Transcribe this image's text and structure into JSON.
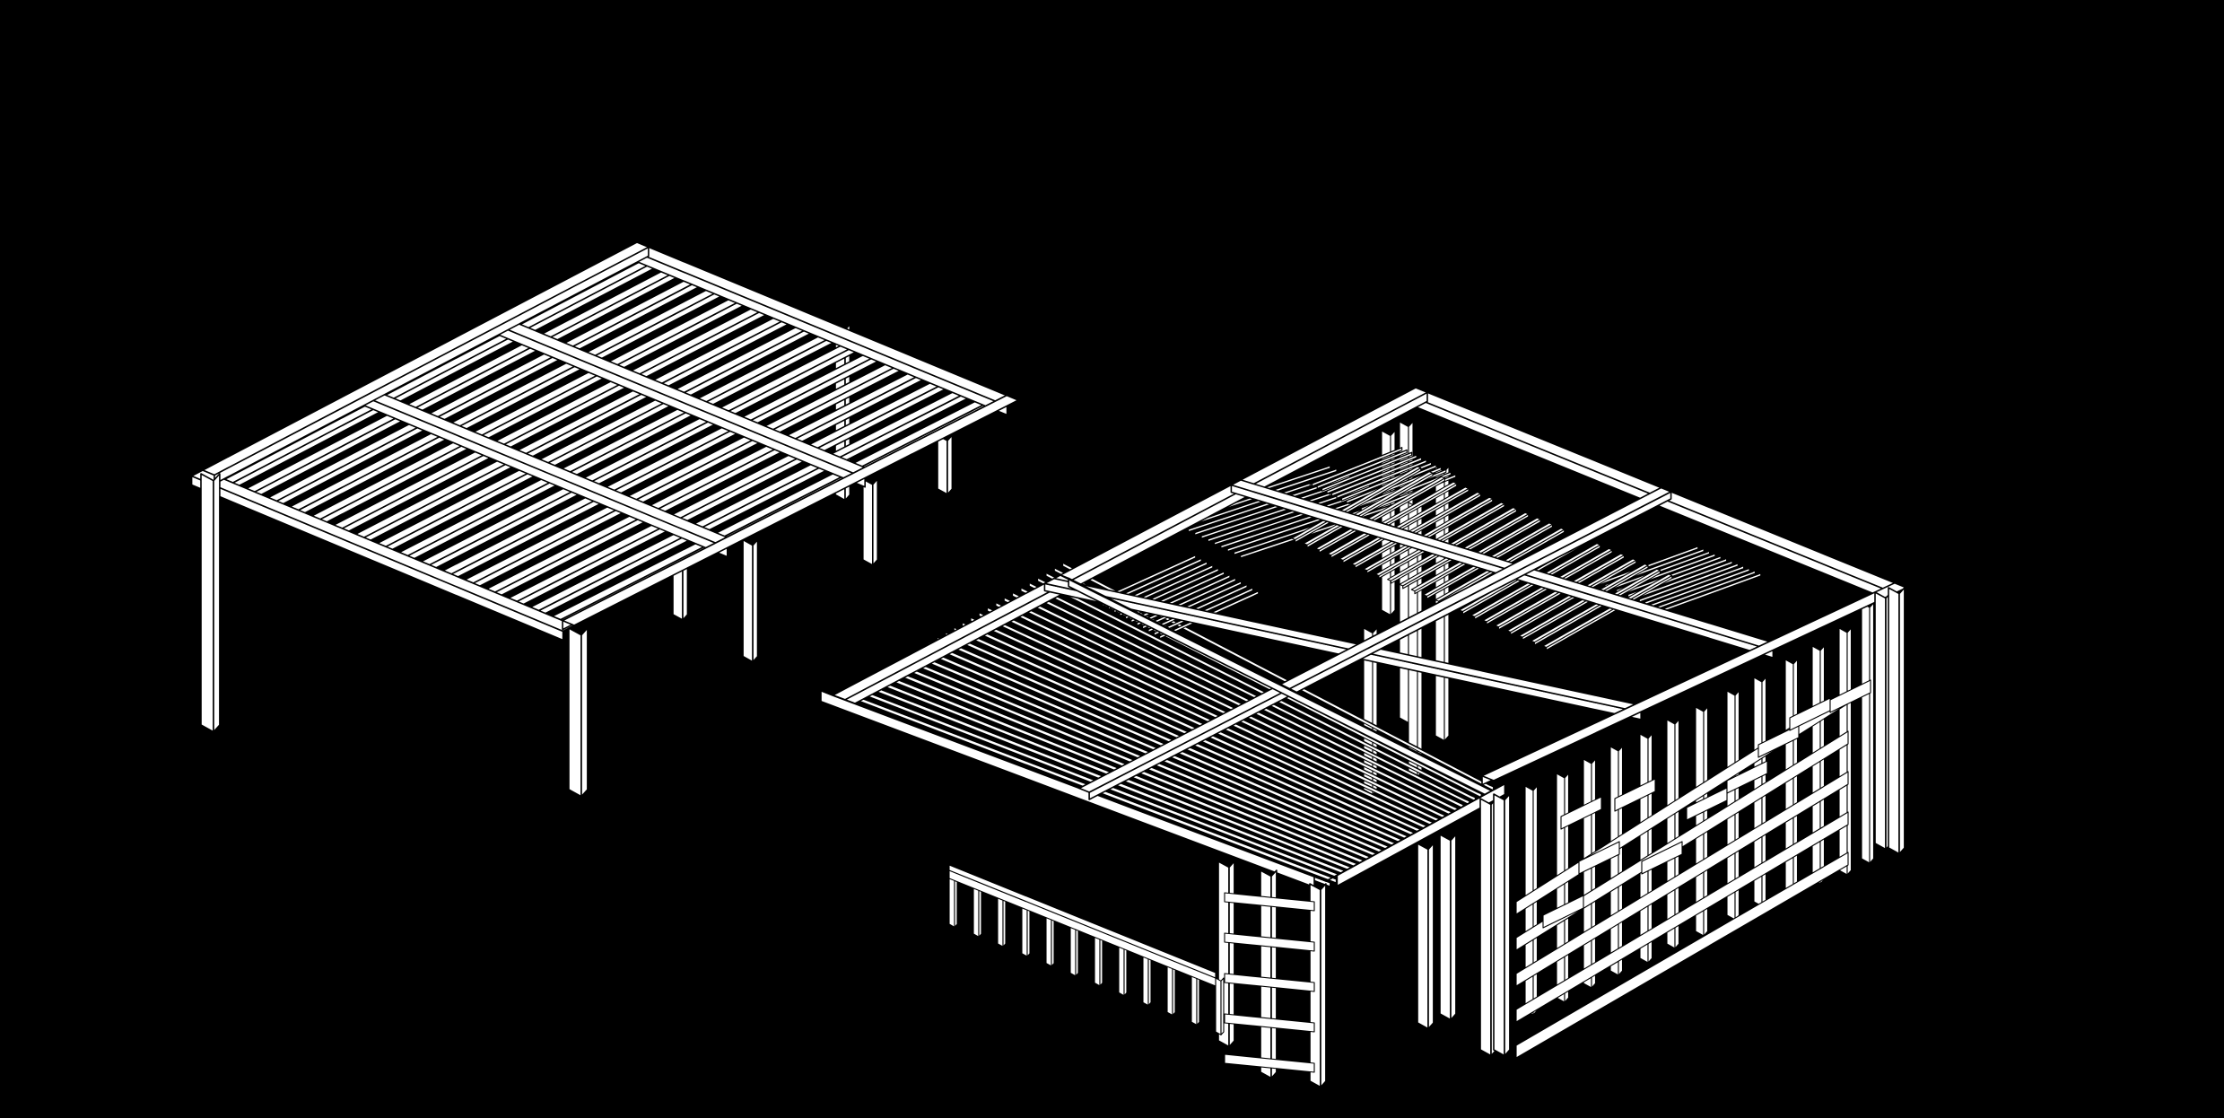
{
  "canvas": {
    "background": "#000000",
    "line_color": "#ffffff",
    "edge_color": "#000000"
  },
  "models": [
    {
      "id": "pergola",
      "kind": "simple-roof-frame"
    },
    {
      "id": "pavilion",
      "kind": "two-storey-frame"
    },
    {
      "id": "railing",
      "kind": "small-fence-frame"
    }
  ]
}
